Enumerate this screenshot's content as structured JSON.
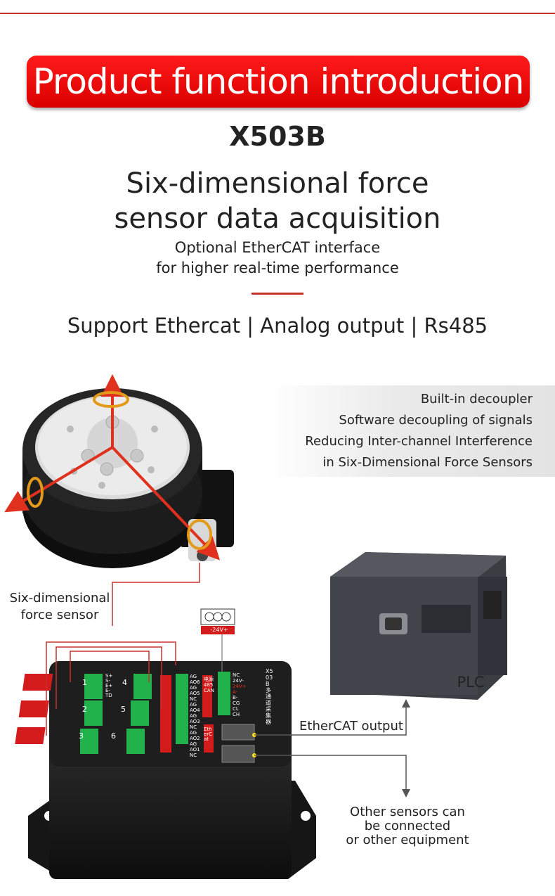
{
  "banner": {
    "title": "Product function introduction"
  },
  "model": "X503B",
  "headline": {
    "line1": "Six-dimensional force",
    "line2": "sensor data acquisition"
  },
  "subline": {
    "line1": "Optional EtherCAT interface",
    "line2": "for higher real-time performance"
  },
  "support": "Support Ethercat | Analog output | Rs485",
  "features": [
    "Built-in decoupler",
    "Software decoupling of signals",
    "Reducing Inter-channel Interference",
    "in Six-Dimensional Force Sensors"
  ],
  "labels": {
    "sensor_line1": "Six-dimensional",
    "sensor_line2": "force sensor",
    "plc": "PLC",
    "ethercat_output": "EtherCAT output",
    "other_line1": "Other sensors can",
    "other_line2": "be connected",
    "other_line3": "or other equipment"
  },
  "device": {
    "brand_vertical": "X503B多通道采集器",
    "channel_numbers": [
      "1",
      "2",
      "3",
      "4",
      "5",
      "6"
    ],
    "terminal_pins": [
      "S+",
      "S-",
      "E+",
      "E-",
      "TD"
    ],
    "analog_pins": [
      "AG",
      "AO6",
      "AG",
      "AO5",
      "NC",
      "AG",
      "AO4",
      "AG",
      "AO3",
      "NC",
      "AG",
      "AO2",
      "AG",
      "AO1",
      "NC"
    ],
    "power_pins": [
      "NC",
      "24V-",
      "24V+",
      "A-",
      "B-",
      "CG",
      "CL",
      "CH"
    ],
    "tags": [
      "电源",
      "485",
      "CAN"
    ],
    "ethercat_tag": "EtherCat",
    "connector_label": "-24V+"
  },
  "colors": {
    "accent": "#c8312b",
    "banner": "#e00000",
    "terminal": "#22b24c"
  }
}
